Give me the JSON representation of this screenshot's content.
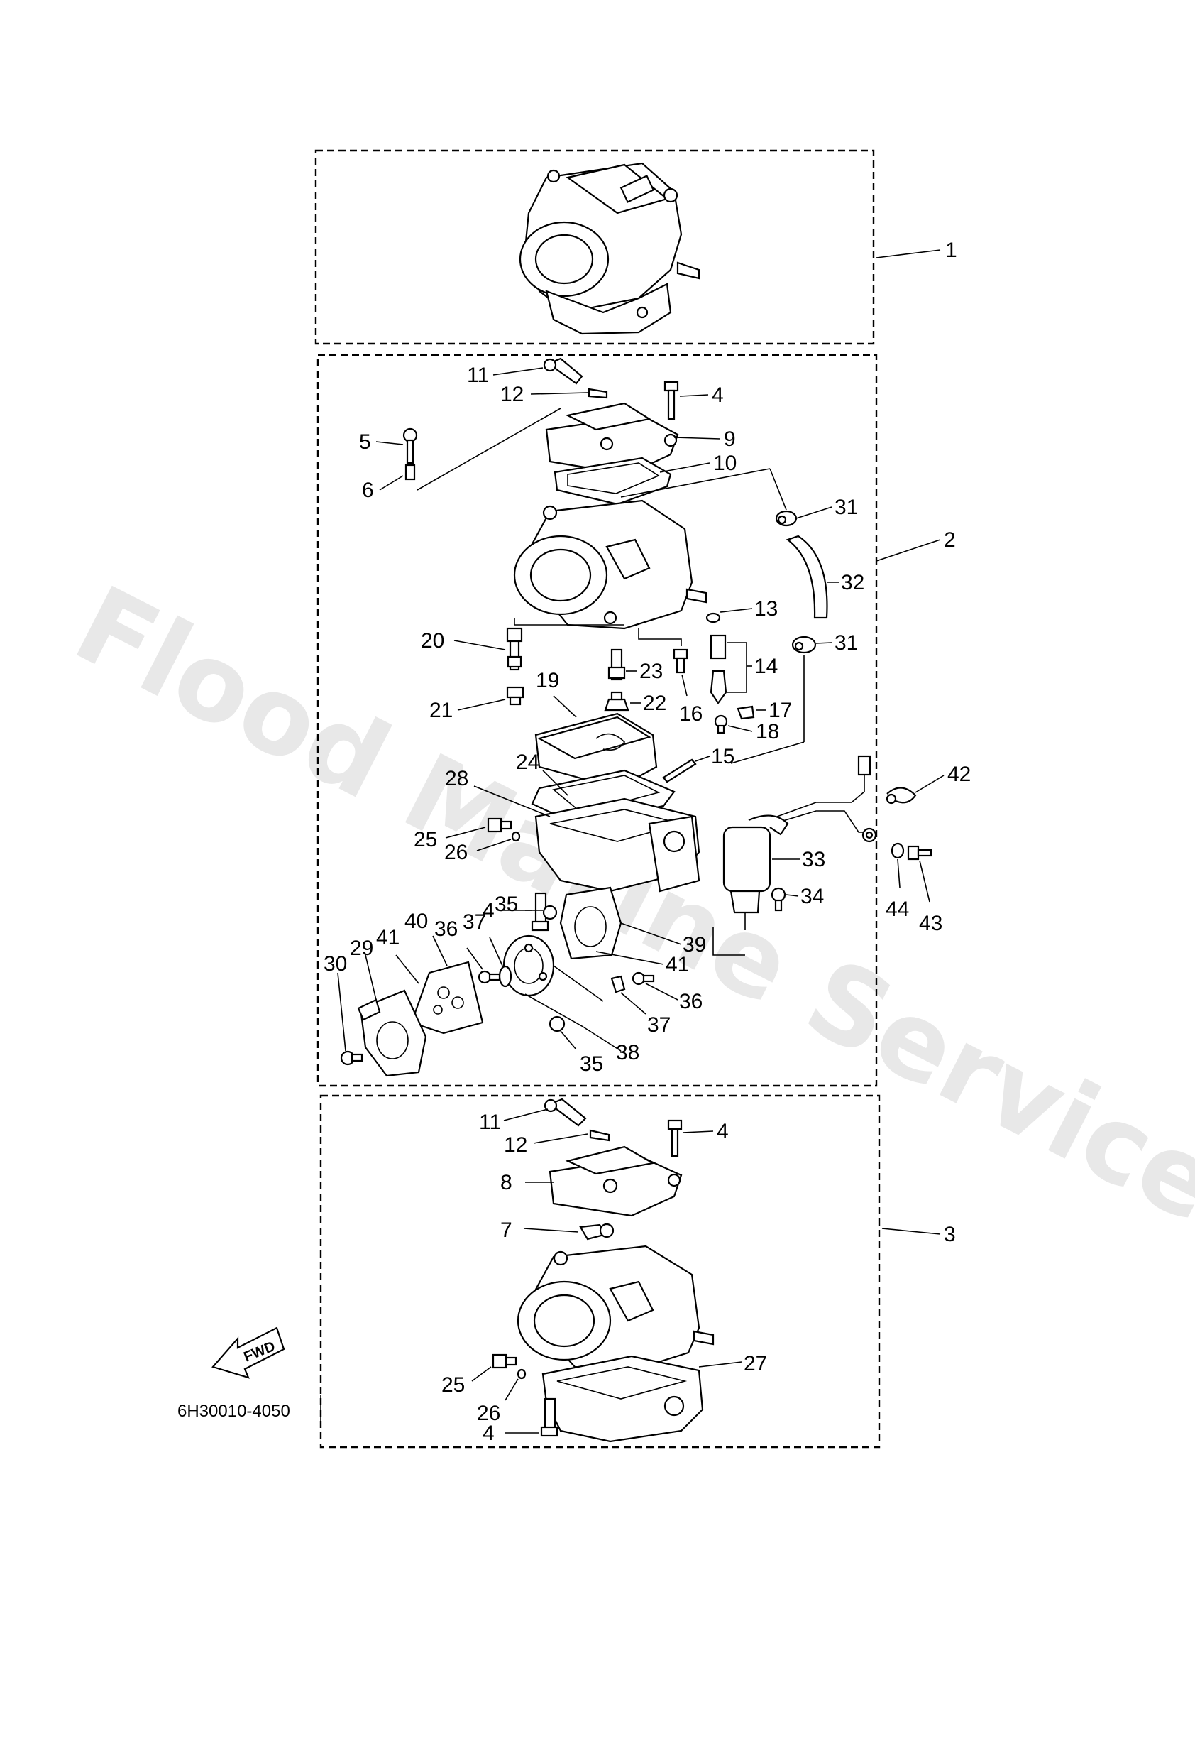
{
  "drawing": {
    "code": "6H30010-4050",
    "watermark": "Flood Marine Services",
    "fwd_label": "FWD"
  },
  "assemblies": {
    "top_ref": "1",
    "middle_ref": "2",
    "bottom_ref": "3"
  },
  "callouts": {
    "c11a": "11",
    "c12a": "12",
    "c4a": "4",
    "c5": "5",
    "c6": "6",
    "c9": "9",
    "c10": "10",
    "c31a": "31",
    "c32": "32",
    "c31b": "31",
    "c13": "13",
    "c14": "14",
    "c20": "20",
    "c23": "23",
    "c16": "16",
    "c21": "21",
    "c19": "19",
    "c22": "22",
    "c17": "17",
    "c18": "18",
    "c15": "15",
    "c24": "24",
    "c28": "28",
    "c42": "42",
    "c25a": "25",
    "c26a": "26",
    "c33": "33",
    "c4b": "4",
    "c34": "34",
    "c44": "44",
    "c43": "43",
    "c35a": "35",
    "c39": "39",
    "c40": "40",
    "c36a": "36",
    "c37a": "37",
    "c41a": "41",
    "c29": "29",
    "c41b": "41",
    "c30": "30",
    "c36b": "36",
    "c37b": "37",
    "c38": "38",
    "c35b": "35",
    "c11b": "11",
    "c12b": "12",
    "c4c": "4",
    "c8": "8",
    "c7": "7",
    "c25b": "25",
    "c27": "27",
    "c26b": "26",
    "c4d": "4"
  }
}
